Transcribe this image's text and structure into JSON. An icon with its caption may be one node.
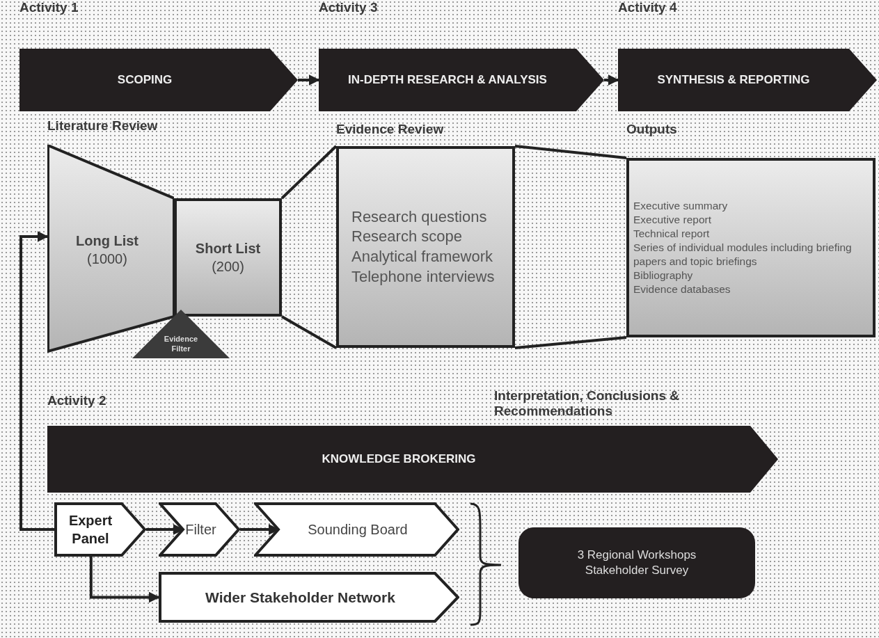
{
  "diagram": {
    "nodes": [
      {
        "text": [
          "Activity 1",
          "SCOPING"
        ]
      },
      {
        "text": [
          "Activity 3",
          "IN-DEPTH RESEARCH & ANALYSIS"
        ]
      },
      {
        "text": [
          "Activity 4",
          "SYNTHESIS & REPORTING"
        ]
      },
      {
        "text": [
          "Literature Review",
          "**Long List** (1000)"
        ]
      },
      {
        "text": [
          "**Short List** (200)"
        ]
      },
      {
        "text": [
          "Evidence Filter"
        ]
      },
      {
        "text": [
          "Evidence Review",
          "Research questions",
          "Research scope",
          "Analytical framework",
          "Telephone interviews"
        ]
      },
      {
        "text": [
          "Outputs",
          "Executive summary",
          "Executive report",
          "Technical report",
          "Series of individual modules including briefing papers and topic briefings",
          "Bibliography",
          "Evidence databases"
        ]
      },
      {
        "text": [
          "Activity 2",
          "KNOWLEDGE BROKERING"
        ]
      },
      {
        "text": [
          "Expert Panel"
        ]
      },
      {
        "text": [
          "Filter"
        ]
      },
      {
        "text": [
          "Sounding Board"
        ]
      },
      {
        "text": [
          "Wider Stakeholder Network"
        ]
      },
      {
        "text": [
          "3 Regional Workshops",
          "Stakeholder Survey"
        ]
      }
    ],
    "edges": [
      {
        "from": 4,
        "to": 6,
        "arrow": "none"
      },
      {
        "from": 4,
        "to": 6,
        "arrow": "none"
      },
      {
        "from": 6,
        "to": 7,
        "arrow": "none"
      },
      {
        "from": 6,
        "to": 7,
        "arrow": "none"
      },
      {
        "from": 9,
        "to": 3,
        "arrow": "to"
      },
      {
        "from": 9,
        "to": 12,
        "arrow": "to"
      },
      {
        "from": 0,
        "to": 1,
        "arrow": "to"
      },
      {
        "from": 1,
        "to": 2,
        "arrow": "to"
      },
      {
        "from": 9,
        "to": 10,
        "arrow": "to"
      },
      {
        "from": 10,
        "to": 11,
        "arrow": "to"
      }
    ],
    "labels": [
      "Interpretation, Conclusions & Recommendations"
    ]
  }
}
